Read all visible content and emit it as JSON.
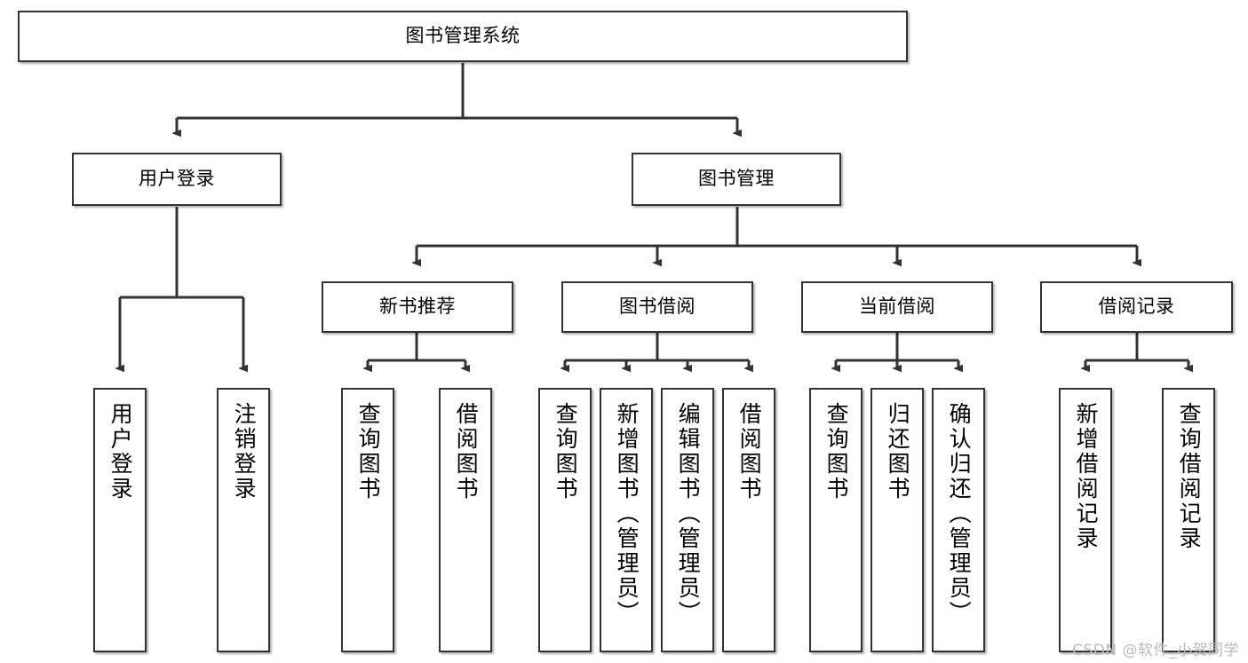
{
  "diagram": {
    "type": "tree",
    "title": "图书管理系统",
    "watermark": "CSDN @软件_小贺同学",
    "colors": {
      "node_border": "#333333",
      "node_fill": "#ffffff",
      "edge": "#333333",
      "watermark": "#b9b9b9"
    },
    "nodes": {
      "root": {
        "label": "图书管理系统",
        "level": 1
      },
      "user_login": {
        "label": "用户登录",
        "level": 2
      },
      "book_manage": {
        "label": "图书管理",
        "level": 2
      },
      "new_book_rec": {
        "label": "新书推荐",
        "level": 3
      },
      "book_borrow": {
        "label": "图书借阅",
        "level": 3
      },
      "current_borrow": {
        "label": "当前借阅",
        "level": 3
      },
      "borrow_record": {
        "label": "借阅记录",
        "level": 3
      },
      "leaf_user_login": {
        "label": "用户登录",
        "level": 4
      },
      "leaf_logout": {
        "label": "注销登录",
        "level": 4
      },
      "leaf_query_book_1": {
        "label": "查询图书",
        "level": 4
      },
      "leaf_borrow_book_1": {
        "label": "借阅图书",
        "level": 4
      },
      "leaf_query_book_2": {
        "label": "查询图书",
        "level": 4
      },
      "leaf_add_book": {
        "label": "新增图书（管理员）",
        "level": 4
      },
      "leaf_edit_book": {
        "label": "编辑图书（管理员）",
        "level": 4
      },
      "leaf_borrow_book_2": {
        "label": "借阅图书",
        "level": 4
      },
      "leaf_query_book_3": {
        "label": "查询图书",
        "level": 4
      },
      "leaf_return_book": {
        "label": "归还图书",
        "level": 4
      },
      "leaf_confirm_return": {
        "label": "确认归还（管理员）",
        "level": 4
      },
      "leaf_add_record": {
        "label": "新增借阅记录",
        "level": 4
      },
      "leaf_query_record": {
        "label": "查询借阅记录",
        "level": 4
      }
    },
    "edges": [
      {
        "from": "root",
        "to": "user_login"
      },
      {
        "from": "root",
        "to": "book_manage"
      },
      {
        "from": "user_login",
        "to": "leaf_user_login"
      },
      {
        "from": "user_login",
        "to": "leaf_logout"
      },
      {
        "from": "book_manage",
        "to": "new_book_rec"
      },
      {
        "from": "book_manage",
        "to": "book_borrow"
      },
      {
        "from": "book_manage",
        "to": "current_borrow"
      },
      {
        "from": "book_manage",
        "to": "borrow_record"
      },
      {
        "from": "new_book_rec",
        "to": "leaf_query_book_1"
      },
      {
        "from": "new_book_rec",
        "to": "leaf_borrow_book_1"
      },
      {
        "from": "book_borrow",
        "to": "leaf_query_book_2"
      },
      {
        "from": "book_borrow",
        "to": "leaf_add_book"
      },
      {
        "from": "book_borrow",
        "to": "leaf_edit_book"
      },
      {
        "from": "book_borrow",
        "to": "leaf_borrow_book_2"
      },
      {
        "from": "current_borrow",
        "to": "leaf_query_book_3"
      },
      {
        "from": "current_borrow",
        "to": "leaf_return_book"
      },
      {
        "from": "current_borrow",
        "to": "leaf_confirm_return"
      },
      {
        "from": "borrow_record",
        "to": "leaf_add_record"
      },
      {
        "from": "borrow_record",
        "to": "leaf_query_record"
      }
    ]
  }
}
